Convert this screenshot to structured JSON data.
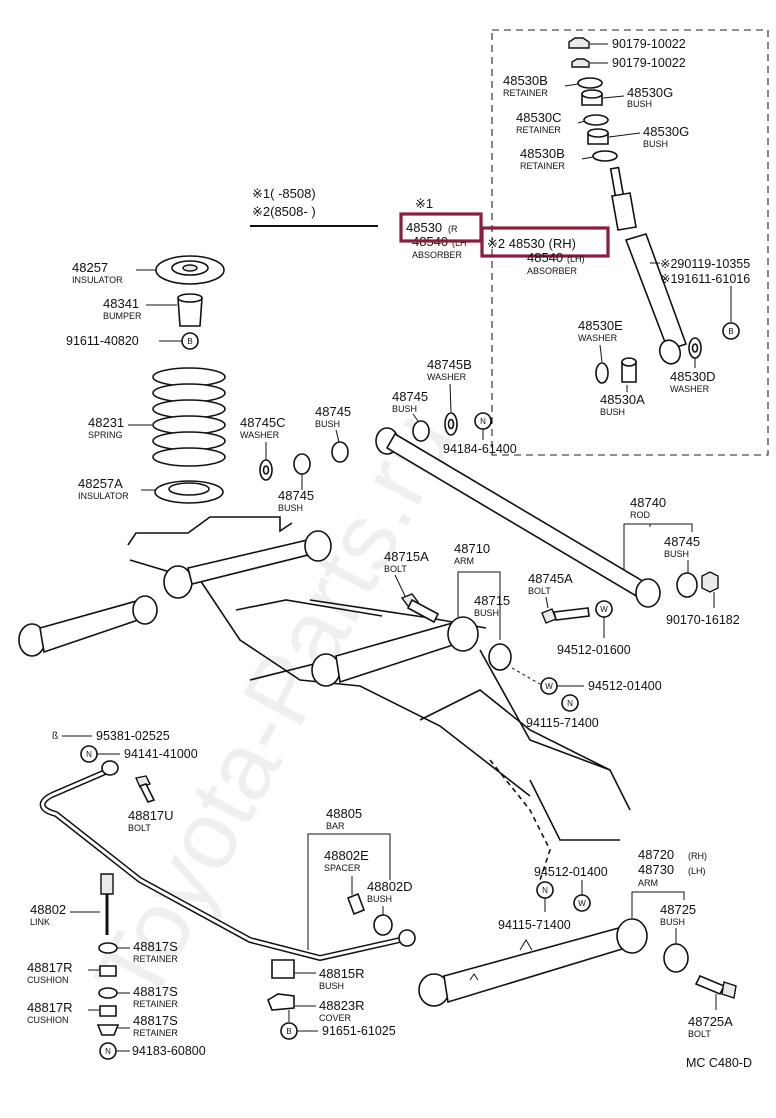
{
  "watermark": "Toyota-Parts.ru",
  "diagram_code": "MC C480-D",
  "legend": {
    "line1": "※1(       -8508)",
    "line2": "※2(8508-         )"
  },
  "absorber": {
    "code1": "48530",
    "code1_sub": "(R",
    "code_lh": "48540",
    "code_lh_sub": "(LH",
    "star1": "※1",
    "highlight_text": "※2 48530 (RH)",
    "code2_lh": "48540",
    "code2_lh_sub": "(LH)",
    "name": "ABSORBER"
  },
  "labels": {
    "p90179a": "90179-10022",
    "p90179b": "90179-10022",
    "p48530b_top": "48530B",
    "retainer_top": "RETAINER",
    "p48530g_top": "48530G",
    "bush_top": "BUSH",
    "p48530c": "48530C",
    "retainer_c": "RETAINER",
    "p48530g_2": "48530G",
    "bush_g2": "BUSH",
    "p48530b_2": "48530B",
    "retainer_b2": "RETAINER",
    "p2_90119": "※290119-10355",
    "p1_91611": "※191611-61016",
    "p48530e": "48530E",
    "washer_e": "WASHER",
    "p48530a": "48530A",
    "bush_a": "BUSH",
    "p48530d": "48530D",
    "washer_d": "WASHER",
    "p48257": "48257",
    "insulator1": "INSULATOR",
    "p48341": "48341",
    "bumper": "BUMPER",
    "p91611_40820": "91611-40820",
    "p48231": "48231",
    "spring": "SPRING",
    "p48257a": "48257A",
    "insulator2": "INSULATOR",
    "p48745b": "48745B",
    "washer_745b": "WASHER",
    "p48745_top": "48745",
    "bush_745_top": "BUSH",
    "p94184": "94184-61400",
    "p48745c": "48745C",
    "washer_745c": "WASHER",
    "p48745_mid": "48745",
    "bush_745_mid": "BUSH",
    "p48745_low": "48745",
    "bush_745_low": "BUSH",
    "p48740": "48740",
    "rod": "ROD",
    "p48745_rod": "48745",
    "bush_745_rod": "BUSH",
    "p90170": "90170-16182",
    "p48715a": "48715A",
    "bolt_715a": "BOLT",
    "p48710": "48710",
    "arm_710": "ARM",
    "p48715": "48715",
    "bush_715": "BUSH",
    "p48745a": "48745A",
    "bolt_745a": "BOLT",
    "p94512_01600": "94512-01600",
    "p94512_01400a": "94512-01400",
    "p94115_71400a": "94115-71400",
    "p95381": "95381-02525",
    "p94141": "94141-41000",
    "p48817u": "48817U",
    "bolt_817u": "BOLT",
    "p48805": "48805",
    "bar": "BAR",
    "p48802e": "48802E",
    "spacer": "SPACER",
    "p48802d": "48802D",
    "bush_802d": "BUSH",
    "p48802": "48802",
    "link": "LINK",
    "p48817s_1": "48817S",
    "retainer_817s1": "RETAINER",
    "p48817r_1": "48817R",
    "cushion1": "CUSHION",
    "p48817s_2": "48817S",
    "retainer_817s2": "RETAINER",
    "p48817r_2": "48817R",
    "cushion2": "CUSHION",
    "p48817s_3": "48817S",
    "retainer_817s3": "RETAINER",
    "p94183": "94183-60800",
    "p48815r": "48815R",
    "bush_815r": "BUSH",
    "p48823r": "48823R",
    "cover": "COVER",
    "p91651": "91651-61025",
    "p94512_01400b": "94512-01400",
    "p94115_71400b": "94115-71400",
    "p48720": "48720",
    "rh_720": "(RH)",
    "p48730": "48730",
    "lh_730": "(LH)",
    "arm_720": "ARM",
    "p48725": "48725",
    "bush_725": "BUSH",
    "p48725a": "48725A",
    "bolt_725a": "BOLT"
  },
  "symbols": {
    "b": "B",
    "n": "N",
    "w": "W"
  }
}
